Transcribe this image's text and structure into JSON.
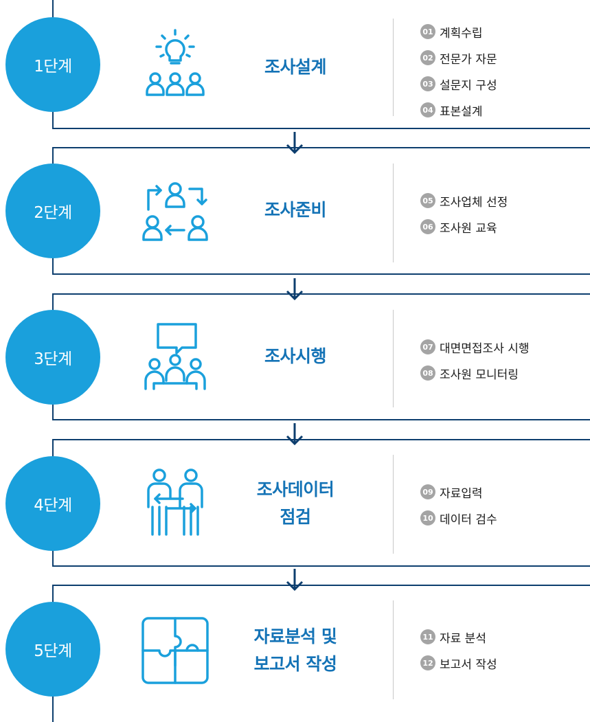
{
  "colors": {
    "accent": "#1aa0dc",
    "title": "#1473b6",
    "line": "#0d3e6e",
    "badge": "#a4a4a4"
  },
  "stages": [
    {
      "label": "1단계",
      "icon": "lightbulb-team-icon",
      "title": [
        "조사설계"
      ],
      "steps": [
        {
          "num": "01",
          "text": "계획수립"
        },
        {
          "num": "02",
          "text": "전문가 자문"
        },
        {
          "num": "03",
          "text": "설문지 구성"
        },
        {
          "num": "04",
          "text": "표본설계"
        }
      ]
    },
    {
      "label": "2단계",
      "icon": "people-exchange-icon",
      "title": [
        "조사준비"
      ],
      "steps": [
        {
          "num": "05",
          "text": "조사업체 선정"
        },
        {
          "num": "06",
          "text": "조사원 교육"
        }
      ]
    },
    {
      "label": "3단계",
      "icon": "meeting-speech-icon",
      "title": [
        "조사시행"
      ],
      "steps": [
        {
          "num": "07",
          "text": "대면면접조사 시행"
        },
        {
          "num": "08",
          "text": "조사원 모니터링"
        }
      ]
    },
    {
      "label": "4단계",
      "icon": "data-exchange-icon",
      "title": [
        "조사데이터",
        "점검"
      ],
      "steps": [
        {
          "num": "09",
          "text": "자료입력"
        },
        {
          "num": "10",
          "text": "데이터 검수"
        }
      ]
    },
    {
      "label": "5단계",
      "icon": "puzzle-icon",
      "title": [
        "자료분석 및",
        "보고서 작성"
      ],
      "steps": [
        {
          "num": "11",
          "text": "자료 분석"
        },
        {
          "num": "12",
          "text": "보고서 작성"
        }
      ]
    }
  ]
}
